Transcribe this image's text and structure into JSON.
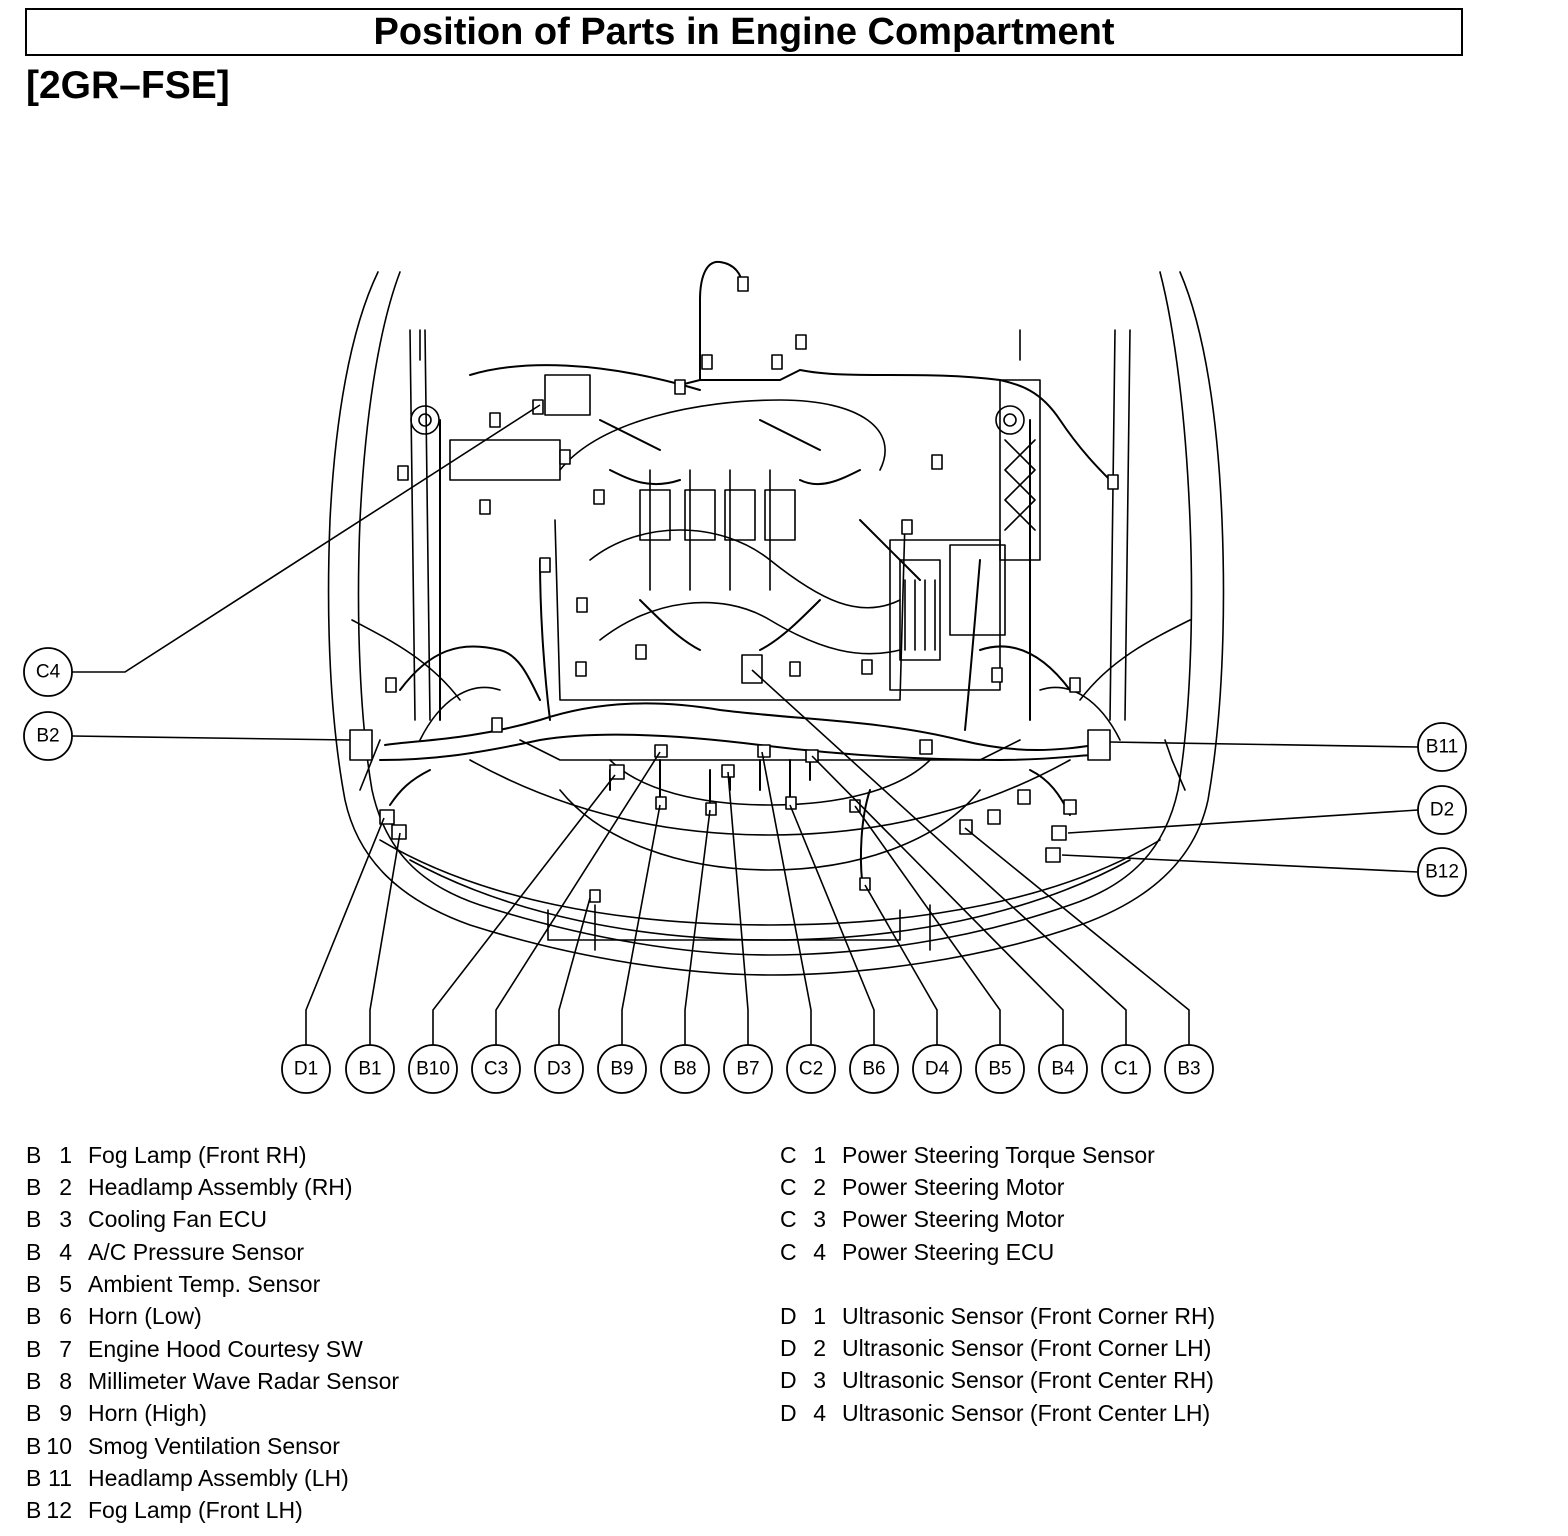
{
  "header": {
    "title": "Position of Parts in Engine Compartment",
    "engine": "[2GR–FSE]"
  },
  "callouts": {
    "C4": "C4",
    "B2": "B2",
    "B11": "B11",
    "D2": "D2",
    "B12": "B12",
    "D1": "D1",
    "B1": "B1",
    "B10": "B10",
    "C3": "C3",
    "D3": "D3",
    "B9": "B9",
    "B8": "B8",
    "B7": "B7",
    "C2": "C2",
    "B6": "B6",
    "D4": "D4",
    "B5": "B5",
    "B4": "B4",
    "C1": "C1",
    "B3": "B3"
  },
  "legend": {
    "left": [
      {
        "letter": "B",
        "num": "1",
        "name": "Fog Lamp (Front RH)"
      },
      {
        "letter": "B",
        "num": "2",
        "name": "Headlamp Assembly (RH)"
      },
      {
        "letter": "B",
        "num": "3",
        "name": "Cooling Fan ECU"
      },
      {
        "letter": "B",
        "num": "4",
        "name": "A/C Pressure Sensor"
      },
      {
        "letter": "B",
        "num": "5",
        "name": "Ambient Temp. Sensor"
      },
      {
        "letter": "B",
        "num": "6",
        "name": "Horn (Low)"
      },
      {
        "letter": "B",
        "num": "7",
        "name": "Engine Hood Courtesy SW"
      },
      {
        "letter": "B",
        "num": "8",
        "name": "Millimeter Wave Radar Sensor"
      },
      {
        "letter": "B",
        "num": "9",
        "name": "Horn (High)"
      },
      {
        "letter": "B",
        "num": "10",
        "name": "Smog Ventilation Sensor"
      },
      {
        "letter": "B",
        "num": "11",
        "name": "Headlamp Assembly (LH)"
      },
      {
        "letter": "B",
        "num": "12",
        "name": "Fog Lamp (Front LH)"
      }
    ],
    "right_c": [
      {
        "letter": "C",
        "num": "1",
        "name": "Power Steering Torque Sensor"
      },
      {
        "letter": "C",
        "num": "2",
        "name": "Power Steering Motor"
      },
      {
        "letter": "C",
        "num": "3",
        "name": "Power Steering Motor"
      },
      {
        "letter": "C",
        "num": "4",
        "name": "Power Steering ECU"
      }
    ],
    "right_d": [
      {
        "letter": "D",
        "num": "1",
        "name": "Ultrasonic Sensor (Front Corner RH)"
      },
      {
        "letter": "D",
        "num": "2",
        "name": "Ultrasonic Sensor (Front Corner LH)"
      },
      {
        "letter": "D",
        "num": "3",
        "name": "Ultrasonic Sensor (Front Center RH)"
      },
      {
        "letter": "D",
        "num": "4",
        "name": "Ultrasonic Sensor (Front Center LH)"
      }
    ]
  }
}
